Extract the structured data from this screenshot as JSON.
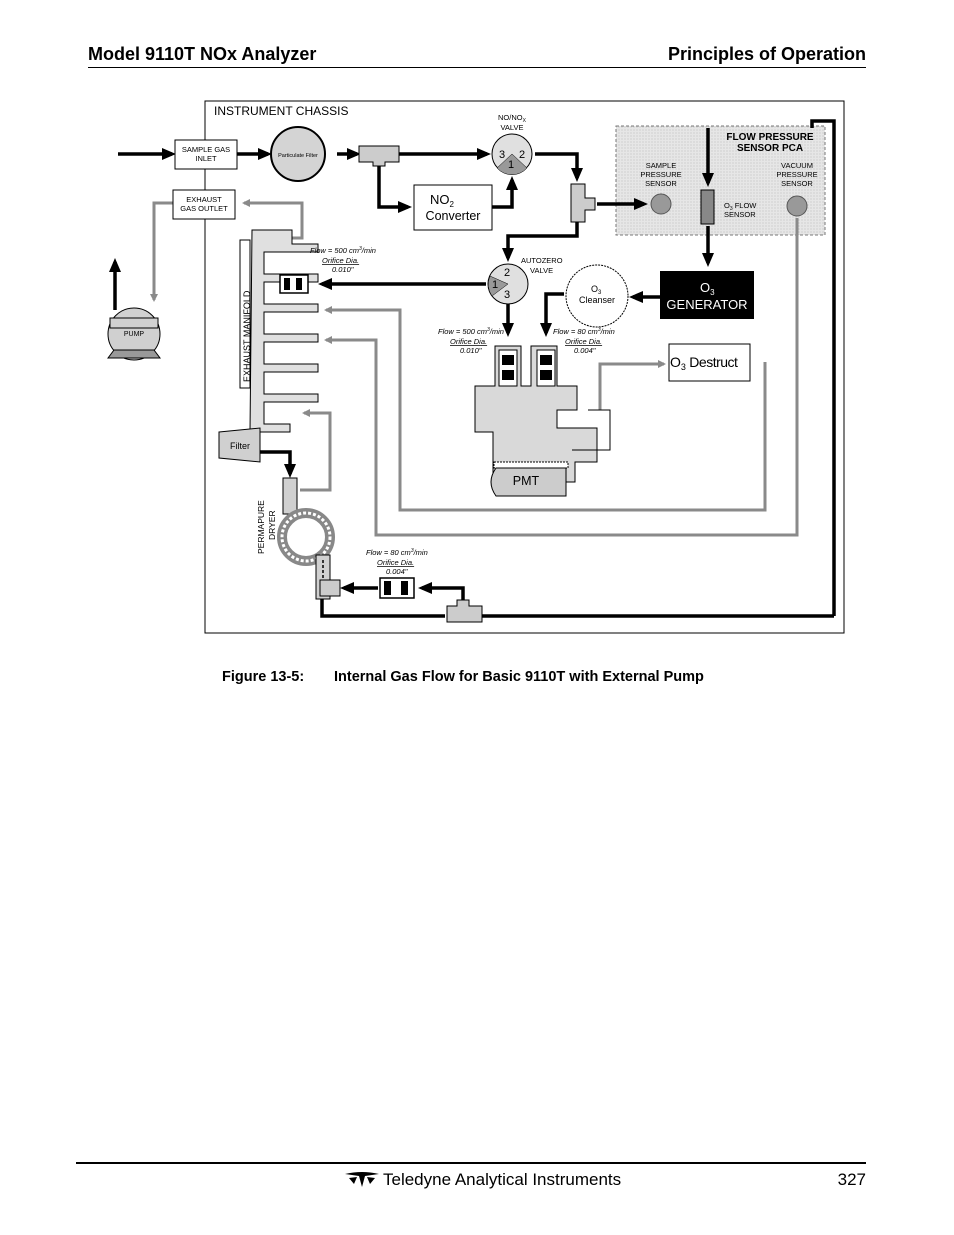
{
  "header": {
    "title_left": "Model 9110T NOx Analyzer",
    "title_right": "Principles of Operation"
  },
  "diagram": {
    "chassis_label": "INSTRUMENT CHASSIS",
    "sample_inlet": [
      "SAMPLE GAS",
      "INLET"
    ],
    "exhaust_outlet": [
      "EXHAUST",
      "GAS OUTLET"
    ],
    "particulate_filter": "Particulate Filter",
    "no_nox_valve": [
      "NO/NO",
      "X",
      "VALVE"
    ],
    "valve_ports_top": [
      "3",
      "2",
      "1"
    ],
    "no2_converter": [
      "NO",
      "2",
      "Converter"
    ],
    "flow_pressure_pca": [
      "FLOW PRESSURE",
      "SENSOR PCA"
    ],
    "sample_pressure_sensor": [
      "SAMPLE",
      "PRESSURE",
      "SENSOR"
    ],
    "vacuum_pressure_sensor": [
      "VACUUM",
      "PRESSURE",
      "SENSOR"
    ],
    "o3_flow_sensor": [
      "O",
      "3",
      " FLOW",
      "SENSOR"
    ],
    "autozero_valve": [
      "AUTOZERO",
      "VALVE"
    ],
    "valve_ports_az": [
      "2",
      "1",
      "3"
    ],
    "o3_cleanser": [
      "O",
      "3",
      "Cleanser"
    ],
    "o3_generator": [
      "O",
      "3",
      "GENERATOR"
    ],
    "o3_destruct": [
      "O",
      "3",
      " Destruct"
    ],
    "exhaust_manifold": "EXHAUST MANIFOLD",
    "pump": "PUMP",
    "filter": "Filter",
    "permapure": [
      "PERMAPURE",
      "DRYER"
    ],
    "pmt": "PMT",
    "orifice_1": [
      "Flow = 500 cm",
      "3",
      "/min",
      "Orifice Dia.",
      "0.010\""
    ],
    "orifice_2": [
      "Flow = 500 cm",
      "3",
      "/min",
      "Orifice Dia.",
      "0.010\""
    ],
    "orifice_3": [
      "Flow = 80 cm",
      "3",
      "/min",
      "Orifice Dia.",
      "0.004\""
    ],
    "orifice_4": [
      "Flow = 80 cm",
      "3",
      "/min",
      "Orifice Dia.",
      "0.004\""
    ]
  },
  "caption": {
    "number": "Figure 13-5:",
    "text": "Internal Gas Flow for Basic 9110T with External Pump"
  },
  "footer": {
    "company": "Teledyne Analytical Instruments",
    "page": "327"
  },
  "colors": {
    "black_line": "#000000",
    "gray_line": "#8a8a8a",
    "panel_fill": "#e6e6e6",
    "part_fill": "#d9d9d9"
  }
}
